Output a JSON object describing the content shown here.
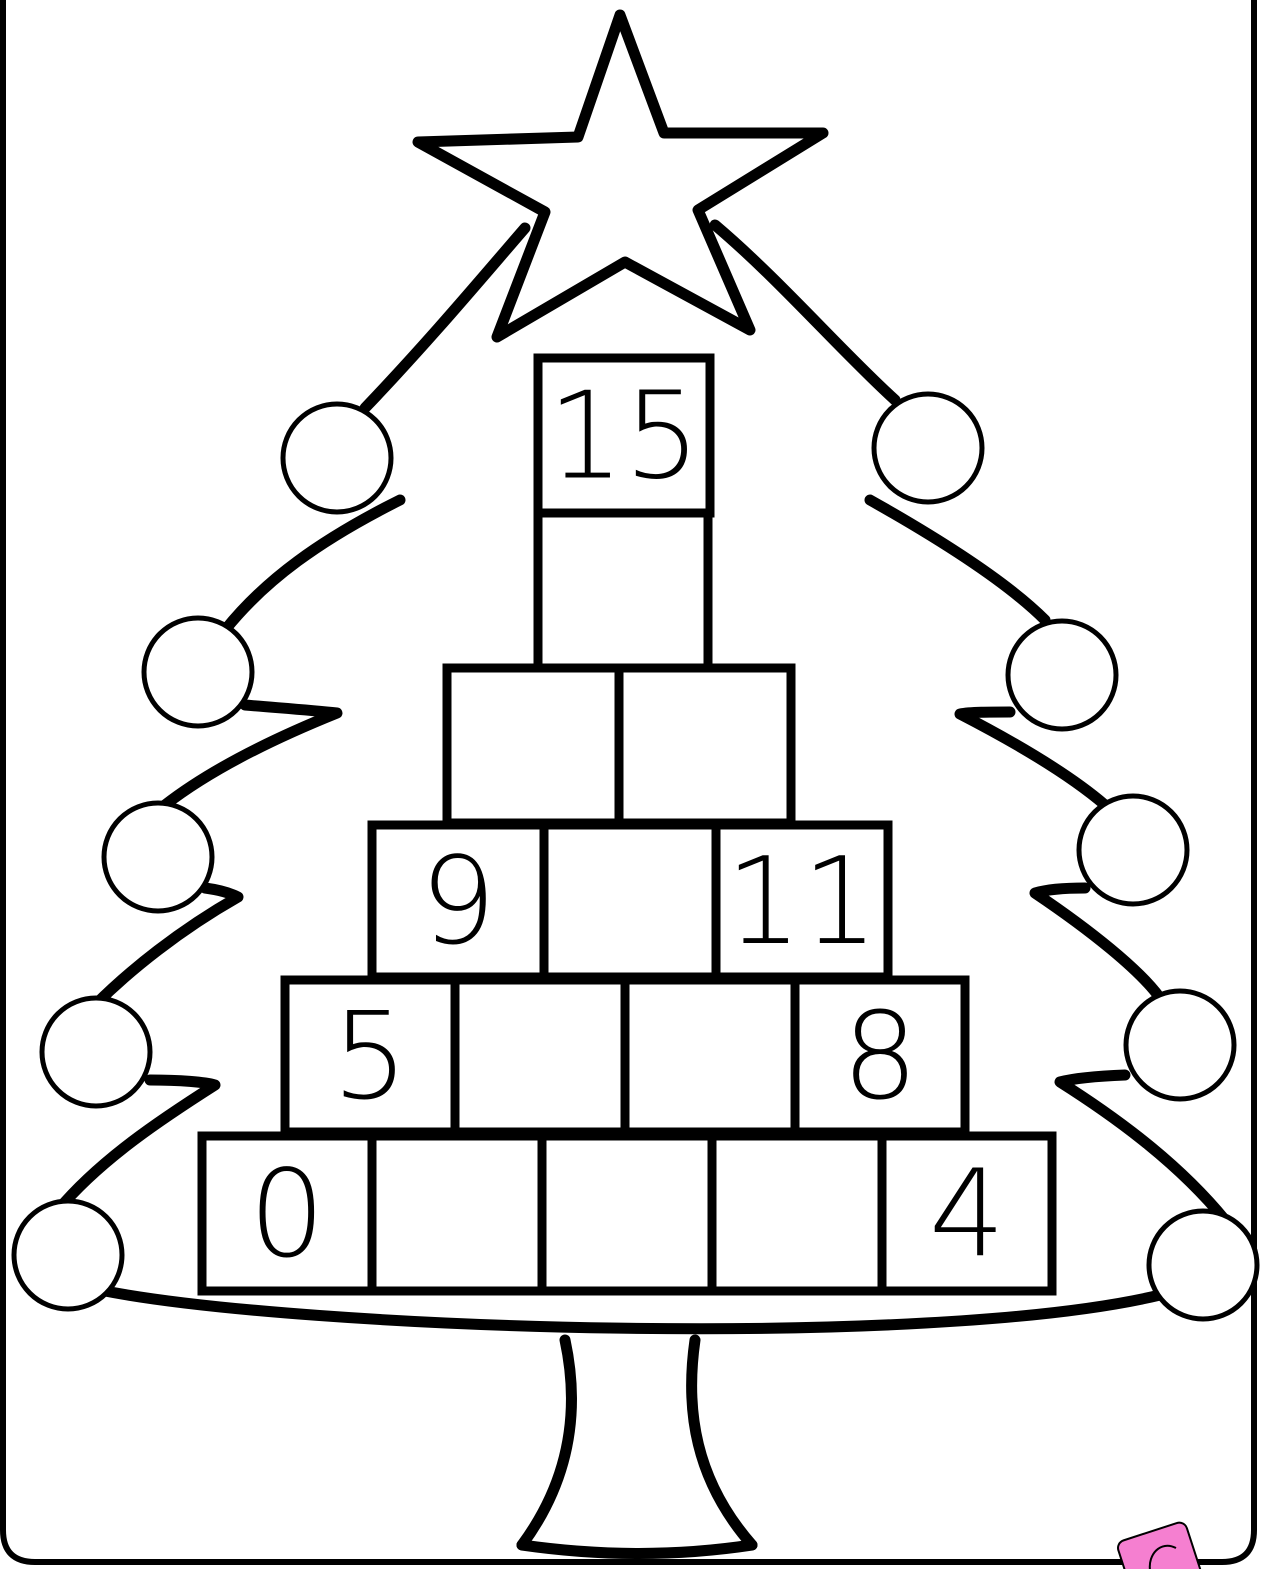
{
  "worksheet": {
    "rows": [
      [
        "15"
      ],
      [
        ""
      ],
      [
        "",
        ""
      ],
      [
        "9",
        "",
        "11"
      ],
      [
        "5",
        "",
        "",
        "8"
      ],
      [
        "0",
        "",
        "",
        "",
        "4"
      ]
    ]
  },
  "colors": {
    "outline": "#000000",
    "background": "#ffffff",
    "badge": "#f57fd0"
  },
  "icons": [
    "star-icon",
    "ornament-icon",
    "badge-icon"
  ]
}
